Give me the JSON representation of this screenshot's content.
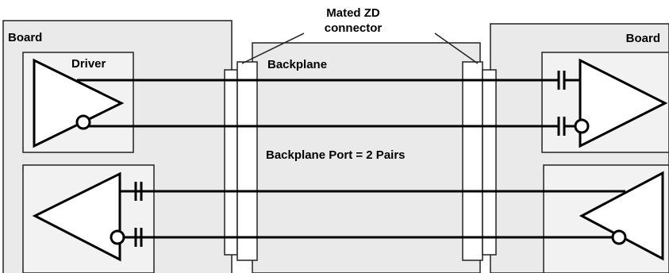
{
  "callout": {
    "line1": "Mated ZD",
    "line2": "connector"
  },
  "left_board": {
    "label": "Board"
  },
  "right_board": {
    "label": "Board"
  },
  "driver": {
    "label": "Driver"
  },
  "backplane": {
    "label": "Backplane",
    "port_label": "Backplane Port = 2 Pairs"
  }
}
